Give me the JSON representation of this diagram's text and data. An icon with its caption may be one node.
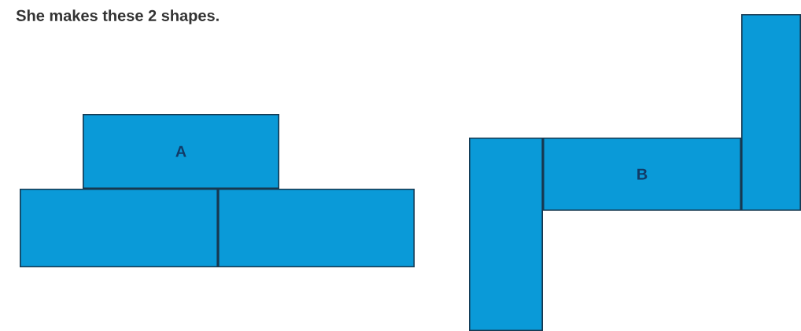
{
  "diagram": {
    "title": "She makes these 2 shapes.",
    "nodes": [
      {
        "text": [
          "A"
        ]
      },
      {
        "text": [],
        "shape": "box"
      },
      {
        "text": [],
        "shape": "box"
      },
      {
        "text": [],
        "shape": "box"
      },
      {
        "text": [
          "B"
        ]
      },
      {
        "text": [],
        "shape": "box"
      }
    ]
  }
}
